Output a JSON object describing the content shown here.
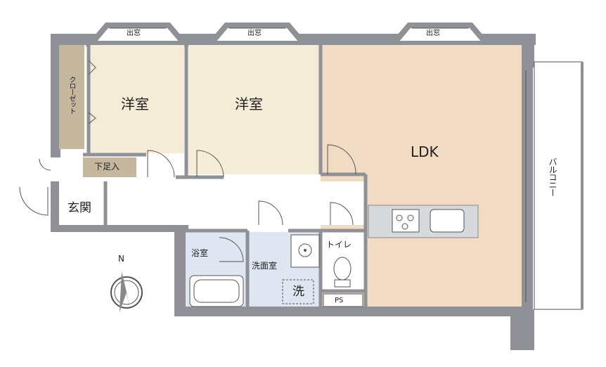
{
  "rooms": {
    "bedroom_left": "洋室",
    "bedroom_right": "洋室",
    "ldk": "LDK",
    "closet": "クローゼット",
    "shoe_storage": "下足入",
    "entrance": "玄関",
    "bathroom": "浴室",
    "washroom": "洗面室",
    "toilet": "トイレ",
    "washer": "洗",
    "pipe_space": "PS",
    "balcony": "バルコニー"
  },
  "bay_windows": [
    "出窓",
    "出窓",
    "出窓"
  ],
  "compass": {
    "label": "N"
  },
  "colors": {
    "wall": "#8f9196",
    "wall_dark": "#6e7075",
    "bedroom_floor": "#f4ecd6",
    "ldk_floor": "#f1dcc3",
    "wet_floor": "#dfe6f1",
    "corridor_floor": "#ffffff",
    "closet_fill": "#c5b79e",
    "counter": "#d7d9dd"
  }
}
